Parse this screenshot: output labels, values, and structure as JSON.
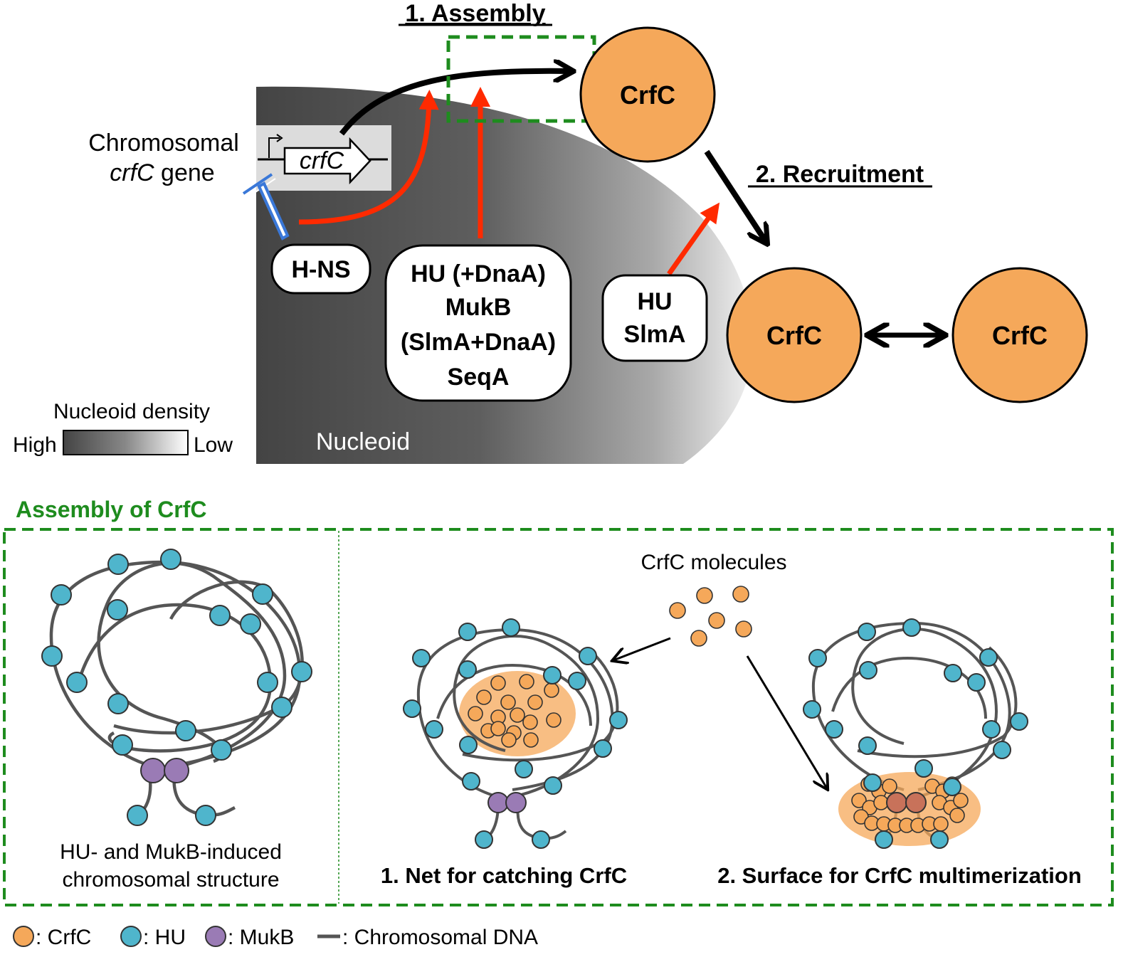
{
  "colors": {
    "crfc": "#f5a85a",
    "hu": "#4fb5cc",
    "mukb": "#9a7bb5",
    "dna": "#4a4a4a",
    "activation_arrow": "#ff2a00",
    "repression": "#3a78d8",
    "assembly_green": "#1e8c1e",
    "nucleoid_dark": "#444444",
    "nucleoid_light": "#f2f2f2"
  },
  "top": {
    "assembly_title": "1. Assembly",
    "recruitment_title": "2. Recruitment",
    "crfc_label": "CrfC",
    "gene_label_line1": "Chromosomal",
    "gene_label_italic": "crfC",
    "gene_label_rest": " gene",
    "gene_box_text": "crfC",
    "hns": "H-NS",
    "assembly_factors": [
      "HU (+DnaA)",
      "MukB",
      "(SlmA+DnaA)",
      "SeqA"
    ],
    "recruit_factors": [
      "HU",
      "SlmA"
    ],
    "nucleoid_label": "Nucleoid",
    "density_title": "Nucleoid density",
    "density_high": "High",
    "density_low": "Low"
  },
  "bottom": {
    "section_title": "Assembly of CrfC",
    "left_caption_line1": "HU- and MukB-induced",
    "left_caption_line2": "chromosomal structure",
    "molecules_label": "CrfC molecules",
    "caption_net": "1. Net for catching CrfC",
    "caption_surface": "2. Surface for CrfC multimerization"
  },
  "legend": [
    {
      "icon": "crfc-dot-icon",
      "label": ": CrfC"
    },
    {
      "icon": "hu-dot-icon",
      "label": ": HU"
    },
    {
      "icon": "mukb-dot-icon",
      "label": ": MukB"
    },
    {
      "icon": "dna-line-icon",
      "label": ": Chromosomal DNA"
    }
  ]
}
